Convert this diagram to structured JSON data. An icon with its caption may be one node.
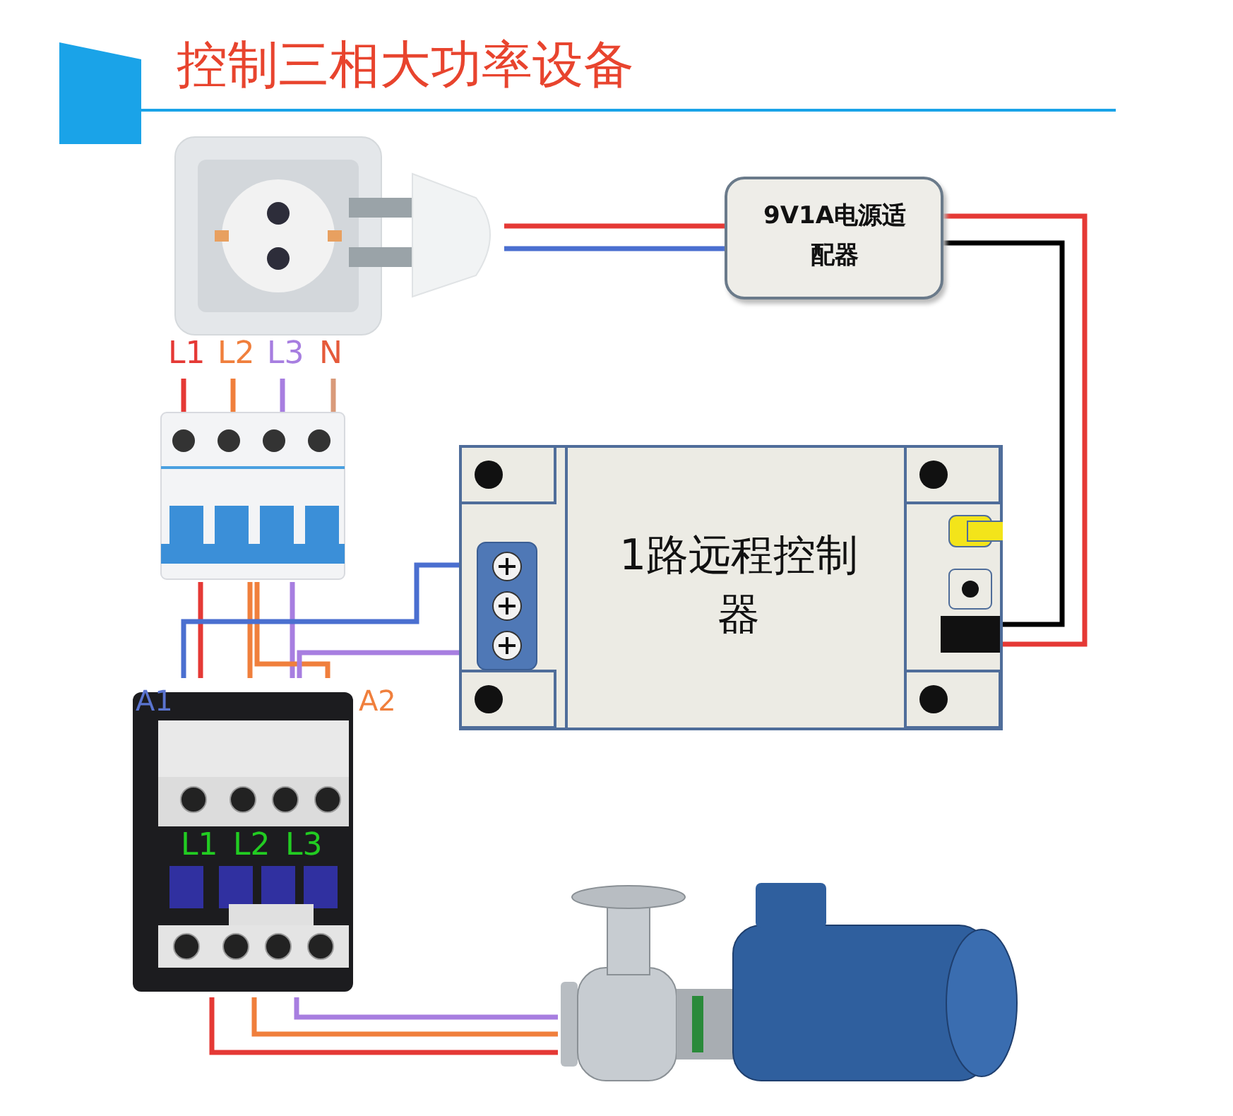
{
  "diagram": {
    "title": "控制三相大功率设备",
    "nodes": [
      {
        "text": [],
        "shape": "picture"
      },
      {
        "text": [
          "9V1A电源适配器"
        ]
      },
      {
        "text": [],
        "shape": "picture"
      },
      {
        "text": [
          "1路远程控制器"
        ]
      },
      {
        "text": [],
        "shape": "picture",
        "in": 3
      },
      {
        "text": [],
        "shape": "box",
        "in": 3
      },
      {
        "text": [],
        "shape": "picture"
      },
      {
        "text": [],
        "shape": "picture"
      }
    ],
    "edges": [
      {
        "from": 0,
        "to": 1,
        "arrow": "none",
        "color": "#e53935"
      },
      {
        "from": 0,
        "to": 1,
        "arrow": "none",
        "color": "#4a6fd0"
      },
      {
        "from": 1,
        "to": 5,
        "arrow": "none",
        "color": "#e53935"
      },
      {
        "from": 1,
        "to": 5,
        "arrow": "none",
        "color": "#000000"
      },
      {
        "from": 2,
        "to": 6,
        "arrow": "none",
        "color": "#e53935"
      },
      {
        "from": 2,
        "to": 6,
        "arrow": "none",
        "color": "#f07f3c"
      },
      {
        "from": 2,
        "to": 6,
        "arrow": "none",
        "color": "#a77ee0"
      },
      {
        "from": 2,
        "to": 6,
        "arrow": "none",
        "color": "#f07f3c"
      },
      {
        "from": 4,
        "to": 6,
        "arrow": "none",
        "color": "#4a6fd0"
      },
      {
        "from": 4,
        "to": 6,
        "arrow": "none",
        "color": "#a77ee0"
      },
      {
        "from": 6,
        "to": 7,
        "arrow": "none",
        "color": "#e53935"
      },
      {
        "from": 6,
        "to": 7,
        "arrow": "none",
        "color": "#f07f3c"
      },
      {
        "from": 6,
        "to": 7,
        "arrow": "none",
        "color": "#a77ee0"
      }
    ],
    "labels": [
      "L1",
      "L2",
      "L3",
      "N",
      "A1",
      "A2",
      "L1",
      "L2",
      "L3"
    ]
  }
}
